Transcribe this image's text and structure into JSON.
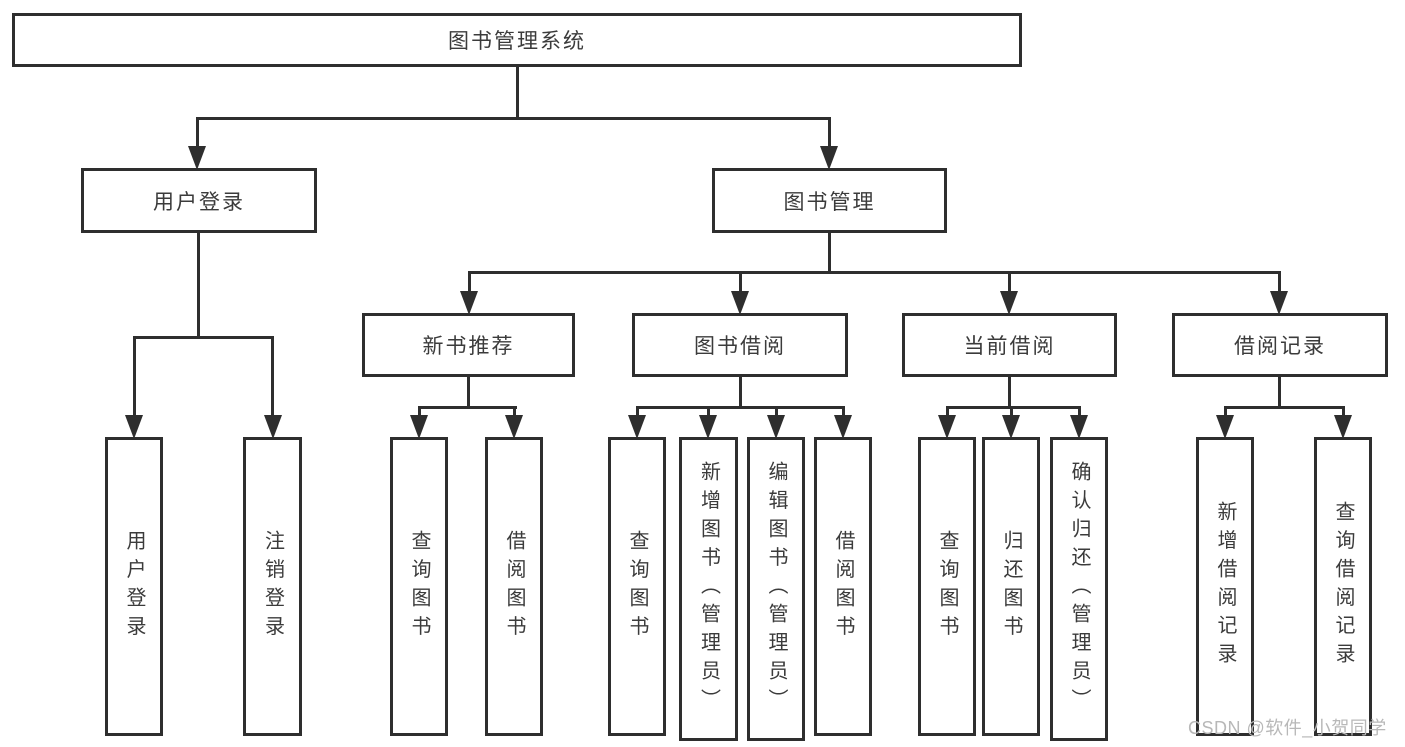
{
  "diagram": {
    "title": "图书管理系统",
    "level2": [
      {
        "label": "用户登录"
      },
      {
        "label": "图书管理"
      }
    ],
    "level3": [
      {
        "label": "新书推荐"
      },
      {
        "label": "图书借阅"
      },
      {
        "label": "当前借阅"
      },
      {
        "label": "借阅记录"
      }
    ],
    "leaves": [
      {
        "label": "用户登录"
      },
      {
        "label": "注销登录"
      },
      {
        "label": "查询图书"
      },
      {
        "label": "借阅图书"
      },
      {
        "label": "查询图书"
      },
      {
        "label": "新增图书（管理员）"
      },
      {
        "label": "编辑图书（管理员）"
      },
      {
        "label": "借阅图书"
      },
      {
        "label": "查询图书"
      },
      {
        "label": "归还图书"
      },
      {
        "label": "确认归还（管理员）"
      },
      {
        "label": "新增借阅记录"
      },
      {
        "label": "查询借阅记录"
      }
    ]
  },
  "watermark": {
    "text": "CSDN @软件_小贺同学"
  },
  "colors": {
    "line": "#2e2e2e",
    "box_border": "#2e2e2e",
    "box_fill": "#ffffff",
    "text": "#3b3b3b",
    "watermark": "#b8b8b8"
  }
}
